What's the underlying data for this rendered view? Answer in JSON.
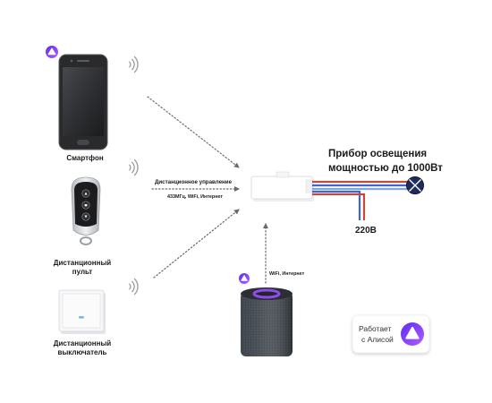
{
  "devices": {
    "smartphone": {
      "label": "Смартфон"
    },
    "remote": {
      "label_line1": "Дистанционный",
      "label_line2": "пульт"
    },
    "wall_switch": {
      "label_line1": "Дистанционный",
      "label_line2": "выключатель"
    }
  },
  "control": {
    "title": "Дистанционное управление",
    "channels": "433МГц, WiFi, Интернет"
  },
  "load": {
    "title_line1": "Прибор освещения",
    "title_line2": "мощностью до 1000Вт"
  },
  "power": {
    "voltage": "220В"
  },
  "speaker": {
    "connection": "WiFi, Интернет"
  },
  "badge": {
    "line1": "Работает",
    "line2": "с Алисой"
  },
  "icons": {
    "assistant": "alice-logo-icon",
    "signal": "wifi-signal-icon",
    "lamp": "light-bulb-icon",
    "arrow": "dotted-arrow-icon"
  },
  "colors": {
    "alice_purple": "#7a36f0",
    "alice_violet": "#b25cff",
    "bulb": "#1f2b5c",
    "wire_blue": "#3f64d6",
    "wire_red": "#c44a3a",
    "wire_light_blue": "#7fa7e8",
    "text": "#1a1a1a"
  }
}
